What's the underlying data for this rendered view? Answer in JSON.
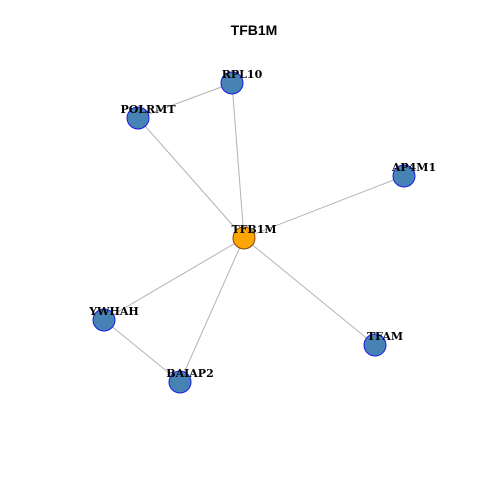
{
  "title": "TFB1M",
  "colors": {
    "hub_fill": "#FFA500",
    "node_fill": "#4682B4",
    "node_stroke": "#1A1AE6",
    "hub_stroke": "#7A4A10",
    "edge": "#B3B3B3"
  },
  "nodes": [
    {
      "id": "TFB1M",
      "label": "TFB1M",
      "hub": true
    },
    {
      "id": "RPL10",
      "label": "RPL10",
      "hub": false
    },
    {
      "id": "POLRMT",
      "label": "POLRMT",
      "hub": false
    },
    {
      "id": "AP4M1",
      "label": "AP4M1",
      "hub": false
    },
    {
      "id": "YWHAH",
      "label": "YWHAH",
      "hub": false
    },
    {
      "id": "BAIAP2",
      "label": "BAIAP2",
      "hub": false
    },
    {
      "id": "TFAM",
      "label": "TFAM",
      "hub": false
    }
  ],
  "edges": [
    [
      "TFB1M",
      "RPL10"
    ],
    [
      "TFB1M",
      "POLRMT"
    ],
    [
      "TFB1M",
      "AP4M1"
    ],
    [
      "TFB1M",
      "YWHAH"
    ],
    [
      "TFB1M",
      "BAIAP2"
    ],
    [
      "TFB1M",
      "TFAM"
    ],
    [
      "POLRMT",
      "RPL10"
    ],
    [
      "YWHAH",
      "BAIAP2"
    ]
  ]
}
